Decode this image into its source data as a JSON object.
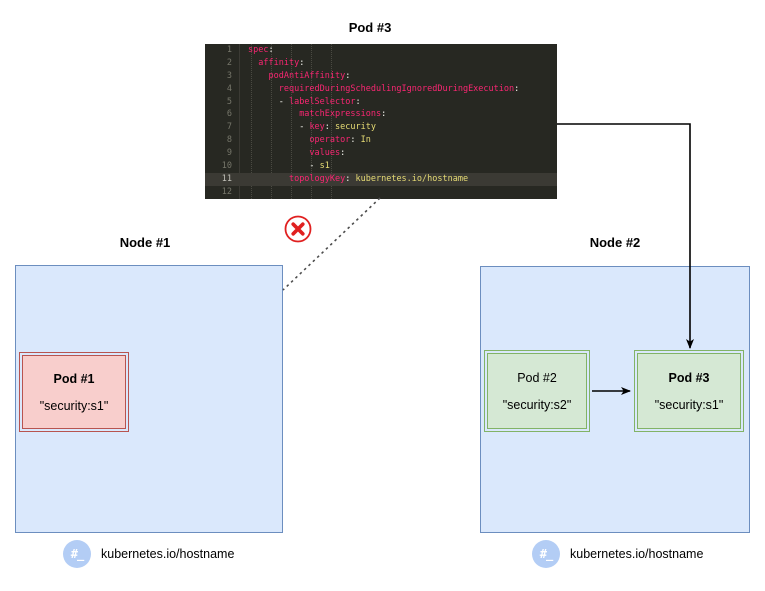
{
  "diagram": {
    "title_pod3": "Pod #3",
    "node1_title": "Node #1",
    "node2_title": "Node #2"
  },
  "code_block": {
    "language": "yaml",
    "highlighted_line": 11,
    "background": "#272822",
    "key_color": "#f92672",
    "value_color": "#e6db74",
    "lines": [
      {
        "n": "1",
        "text": "spec:"
      },
      {
        "n": "2",
        "text": "  affinity:"
      },
      {
        "n": "3",
        "text": "    podAntiAffinity:"
      },
      {
        "n": "4",
        "text": "      requiredDuringSchedulingIgnoredDuringExecution:"
      },
      {
        "n": "5",
        "text": "      - labelSelector:"
      },
      {
        "n": "6",
        "text": "          matchExpressions:"
      },
      {
        "n": "7",
        "text": "          - key: security"
      },
      {
        "n": "8",
        "text": "            operator: In"
      },
      {
        "n": "9",
        "text": "            values:"
      },
      {
        "n": "10",
        "text": "            - s1"
      },
      {
        "n": "11",
        "text": "        topologyKey: kubernetes.io/hostname"
      },
      {
        "n": "12",
        "text": ""
      }
    ]
  },
  "nodes": [
    {
      "name": "Node #1",
      "fill": "#dae8fc",
      "stroke": "#6c8ebf",
      "hostname_label": "kubernetes.io/hostname",
      "hostname_icon": "hash-terminal-icon",
      "pods": [
        {
          "name": "Pod #1",
          "label": "\"security:s1\"",
          "fill": "#f8cecc",
          "stroke": "#b85450",
          "bold": true
        }
      ]
    },
    {
      "name": "Node #2",
      "fill": "#dae8fc",
      "stroke": "#6c8ebf",
      "hostname_label": "kubernetes.io/hostname",
      "hostname_icon": "hash-terminal-icon",
      "pods": [
        {
          "name": "Pod #2",
          "label": "\"security:s2\"",
          "fill": "#d5e8d4",
          "stroke": "#82b366",
          "bold": false
        },
        {
          "name": "Pod #3",
          "label": "\"security:s1\"",
          "fill": "#d5e8d4",
          "stroke": "#82b366",
          "bold": true
        }
      ]
    }
  ],
  "markers": {
    "reject_icon": "red-x-circle-icon",
    "reject_color": "#e02020"
  }
}
